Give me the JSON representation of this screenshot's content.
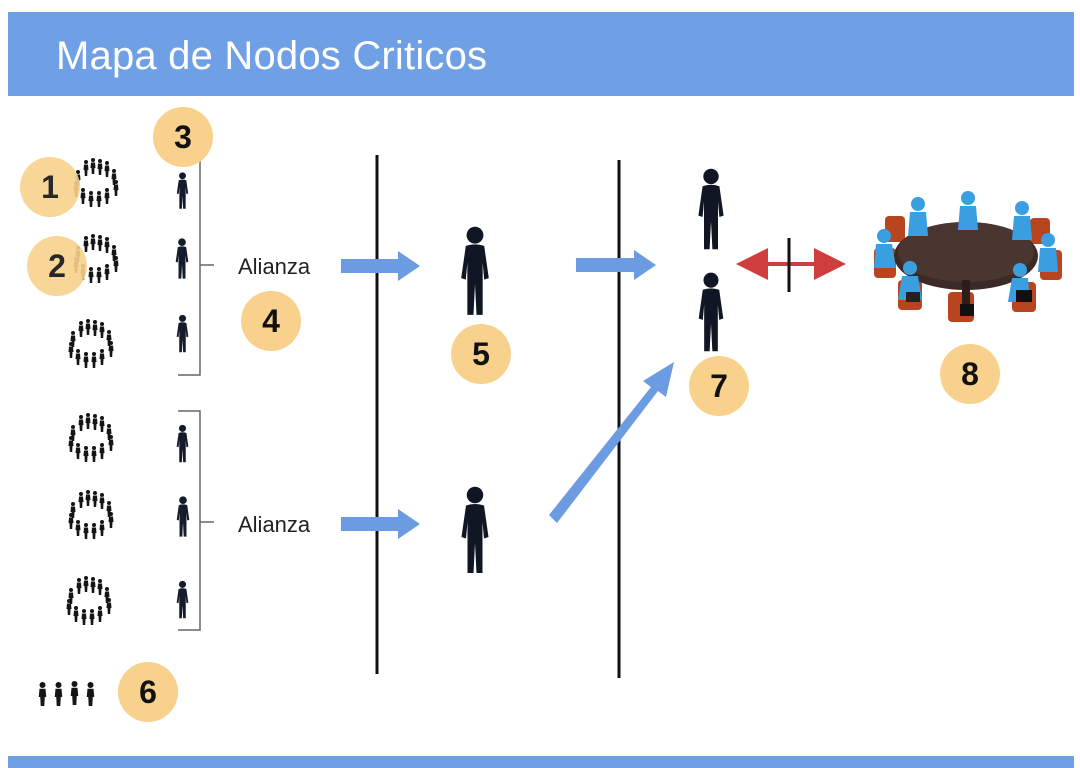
{
  "title": "Mapa de Nodos Criticos",
  "badges": [
    "1",
    "2",
    "3",
    "4",
    "5",
    "6",
    "7",
    "8"
  ],
  "alliance_labels": [
    "Alianza",
    "Alianza"
  ],
  "colors": {
    "header": "#6f9fe4",
    "badge": "#f8d28c",
    "arrow": "#6b9be0",
    "blocked_arrow": "#cf3e3e",
    "person": "#101624",
    "table_people": "#3a9fe0",
    "table": "#3b2a26",
    "chairs": "#b8451f"
  },
  "icons": [
    "crowd-circle-icon",
    "person-icon",
    "people-row-icon",
    "round-table-meeting-icon"
  ]
}
